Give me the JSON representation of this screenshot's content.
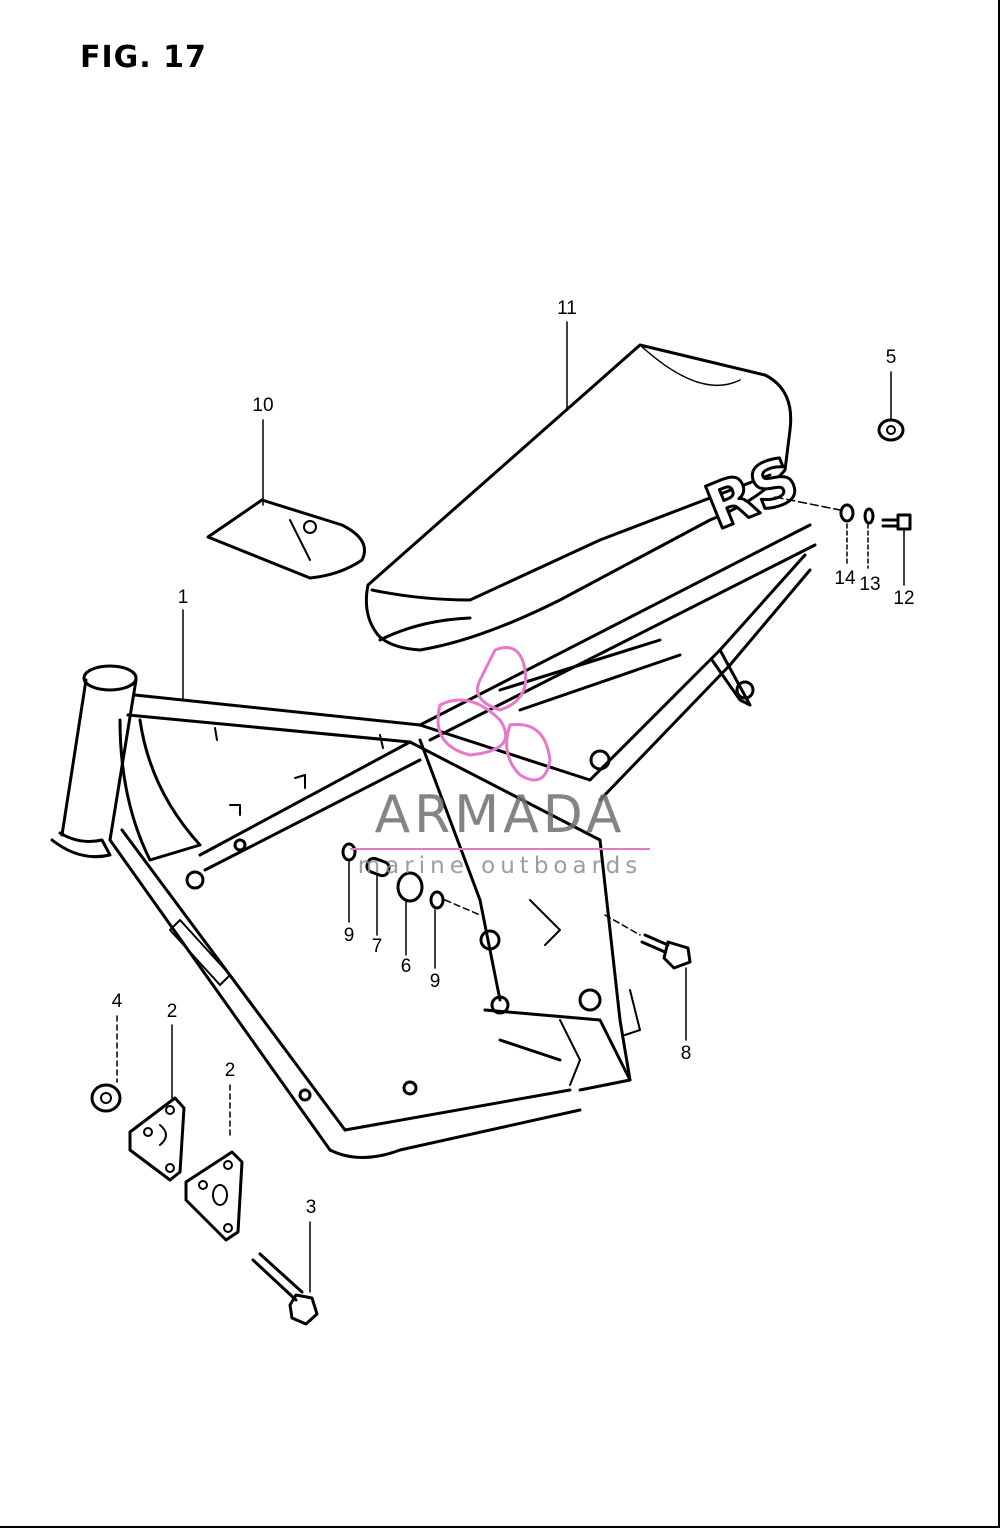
{
  "figure": {
    "title": "FIG. 17"
  },
  "callouts": [
    {
      "id": "c1",
      "label": "1"
    },
    {
      "id": "c2a",
      "label": "2"
    },
    {
      "id": "c2b",
      "label": "2"
    },
    {
      "id": "c3",
      "label": "3"
    },
    {
      "id": "c4",
      "label": "4"
    },
    {
      "id": "c5",
      "label": "5"
    },
    {
      "id": "c6",
      "label": "6"
    },
    {
      "id": "c7",
      "label": "7"
    },
    {
      "id": "c8",
      "label": "8"
    },
    {
      "id": "c9a",
      "label": "9"
    },
    {
      "id": "c9b",
      "label": "9"
    },
    {
      "id": "c10",
      "label": "10"
    },
    {
      "id": "c11",
      "label": "11"
    },
    {
      "id": "c12",
      "label": "12"
    },
    {
      "id": "c13",
      "label": "13"
    },
    {
      "id": "c14",
      "label": "14"
    }
  ],
  "seat": {
    "emblem": "RS"
  },
  "watermark": {
    "brand": "ARMADA",
    "tagline": "marine outboards",
    "accent_color": "#e879c9"
  },
  "colors": {
    "line": "#000000",
    "background": "#ffffff"
  }
}
